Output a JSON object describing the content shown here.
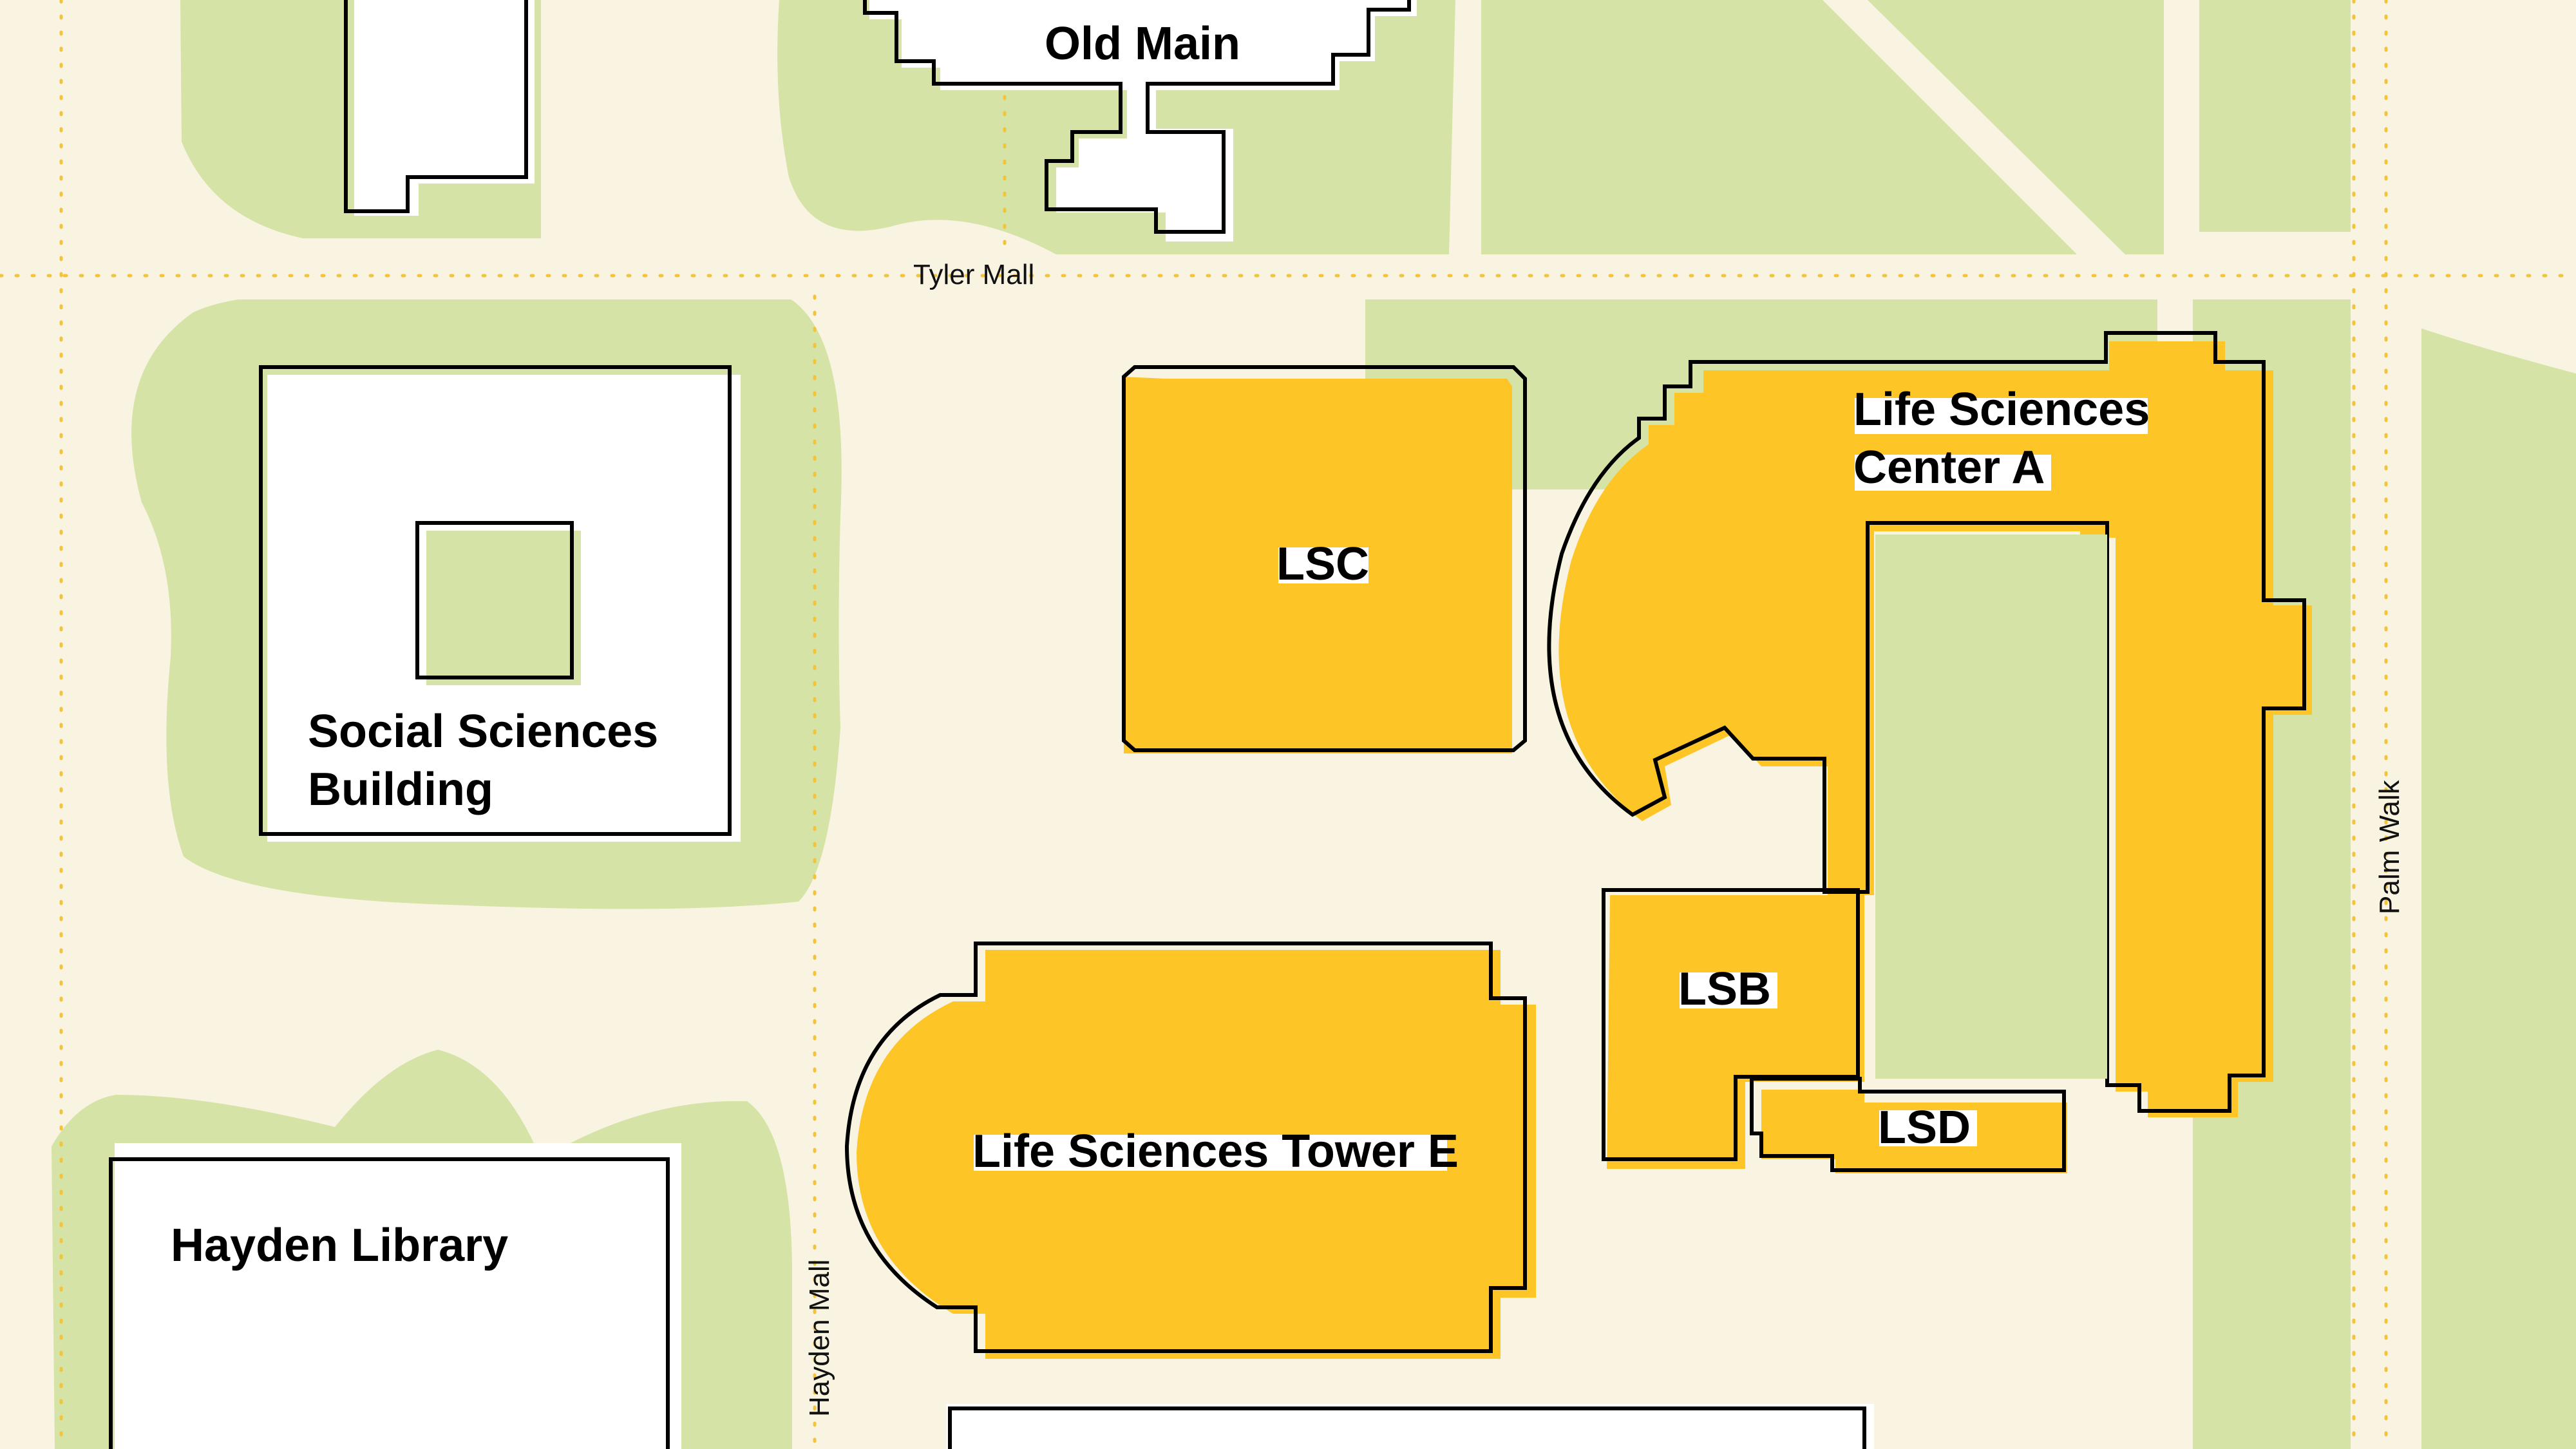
{
  "map": {
    "colors": {
      "background": "#f9f4e1",
      "grass": "#d5e3a6",
      "building": "#ffffff",
      "highlight": "#fdc526",
      "outline": "#000000",
      "path_dots": "#f3c43a"
    },
    "walkways": {
      "tyler_mall": "Tyler Mall",
      "hayden_mall": "Hayden Mall",
      "palm_walk": "Palm Walk"
    },
    "buildings": {
      "old_main": "Old Main",
      "social_sciences_line1": "Social Sciences",
      "social_sciences_line2": "Building",
      "hayden_library": "Hayden Library",
      "lsc": "LSC",
      "lsa_line1": "Life Sciences",
      "lsa_line2": "Center A",
      "tower_e": "Life Sciences Tower E",
      "lsb": "LSB",
      "lsd": "LSD"
    }
  }
}
